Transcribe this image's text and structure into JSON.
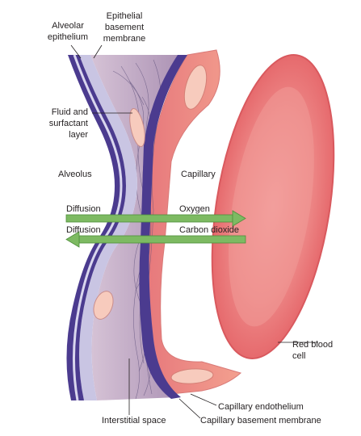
{
  "labels": {
    "alveolar_epithelium": [
      "Alveolar",
      "epithelium"
    ],
    "epithelial_basement_membrane": [
      "Epithelial",
      "basement",
      "membrane"
    ],
    "fluid_surfactant_layer": [
      "Fluid and",
      "surfactant",
      "layer"
    ],
    "alveolus": "Alveolus",
    "capillary": "Capillary",
    "diffusion_in": "Diffusion",
    "oxygen": "Oxygen",
    "diffusion_out": "Diffusion",
    "carbon_dioxide": "Carbon dioxide",
    "red_blood_cell": [
      "Red blood",
      "cell"
    ],
    "capillary_endothelium": "Capillary endothelium",
    "interstitial_space": "Interstitial space",
    "capillary_basement_membrane": "Capillary basement membrane"
  },
  "colors": {
    "epithelium_purple": "#4b3b8f",
    "basement_lavender": "#c9c5e3",
    "interstitium_mauve": "#b79ab8",
    "endothelium_pink": "#ef8f86",
    "nucleus": "#f8c8bb",
    "rbc_red": "#e8666a",
    "rbc_center": "#ef8d8c",
    "arrow_green": "#7dba62"
  }
}
